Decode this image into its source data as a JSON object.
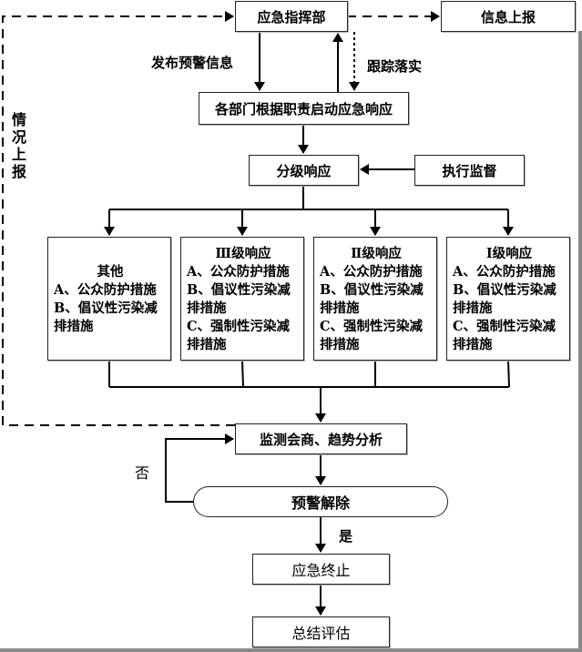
{
  "diagram": {
    "title_node": "应急指挥部",
    "report_node": "信息上报",
    "departments_node": "各部门根据职责启动应急响应",
    "grading_node": "分级响应",
    "supervision_node": "执行监督",
    "monitoring_node": "监测会商、趋势分析",
    "decision_node": "预警解除",
    "terminate_node": "应急终止",
    "evaluate_node": "总结评估",
    "edge_labels": {
      "publish_warning": "发布预警信息",
      "track_implement": "跟踪落实",
      "situation_report": [
        "情",
        "况",
        "上",
        "报"
      ],
      "no": "否",
      "yes": "是"
    },
    "levels": [
      {
        "title": "其他",
        "items": [
          "A、公众防护措施",
          "B、倡议性污染减排措施"
        ]
      },
      {
        "title": "Ⅲ级响应",
        "items": [
          "A、公众防护措施",
          "B、倡议性污染减排措施",
          "C、强制性污染减排措施"
        ]
      },
      {
        "title": "Ⅱ级响应",
        "items": [
          "A、公众防护措施",
          "B、倡议性污染减排措施",
          "C、强制性污染减排措施"
        ]
      },
      {
        "title": "Ⅰ级响应",
        "items": [
          "A、公众防护措施",
          "B、倡议性污染减排措施",
          "C、强制性污染减排措施"
        ]
      }
    ]
  }
}
